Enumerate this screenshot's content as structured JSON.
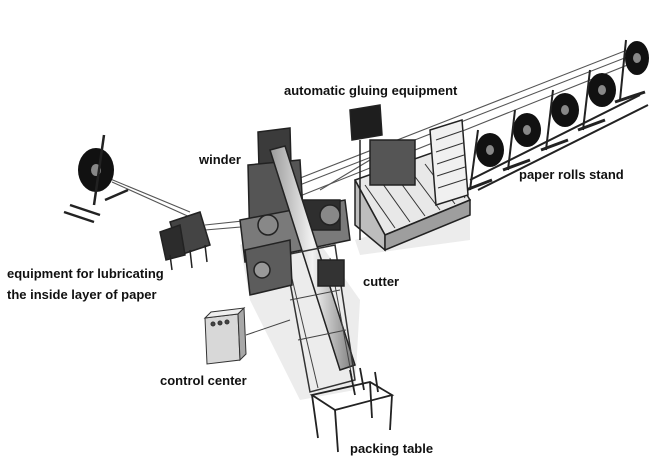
{
  "labels": {
    "gluing": "automatic gluing equipment",
    "winder": "winder",
    "paper_rolls": "paper rolls stand",
    "lubricating_line1": "equipment for lubricating",
    "lubricating_line2": "the inside layer of paper",
    "cutter": "cutter",
    "control": "control center",
    "packing": "packing table"
  },
  "components": [
    "paper-rolls-stand",
    "automatic-gluing-equipment",
    "winder",
    "lubricating-equipment",
    "cutter",
    "control-center",
    "packing-table",
    "unwind-stand"
  ],
  "colors": {
    "ink": "#1a1a1a",
    "steel": "#6b6b6b",
    "light": "#cfcfcf",
    "shadow": "#e6e6e6"
  }
}
